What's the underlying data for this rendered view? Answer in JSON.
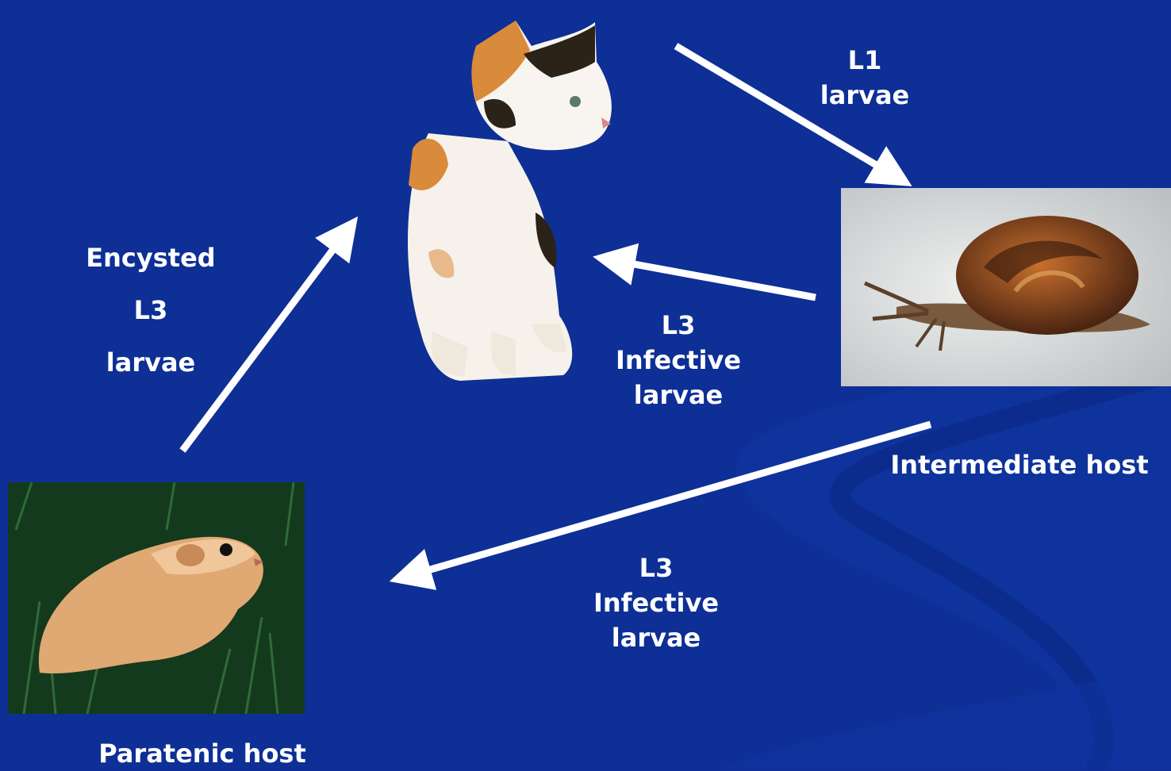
{
  "diagram": {
    "labels": {
      "l1_line1": "L1",
      "l1_line2": "larvae",
      "encysted_line1": "Encysted",
      "encysted_line2": "L3",
      "encysted_line3": "larvae",
      "l3_upper_line1": "L3",
      "l3_upper_line2": "Infective",
      "l3_upper_line3": "larvae",
      "l3_lower_line1": "L3",
      "l3_lower_line2": "Infective",
      "l3_lower_line3": "larvae",
      "intermediate_host": "Intermediate host",
      "paratenic_host": "Paratenic host"
    },
    "images": {
      "definitive_host": "cat",
      "intermediate_host": "snail",
      "paratenic_host": "hamster"
    },
    "colors": {
      "background": "#0d2f96",
      "text": "#ffffff",
      "arrow": "#ffffff"
    }
  }
}
